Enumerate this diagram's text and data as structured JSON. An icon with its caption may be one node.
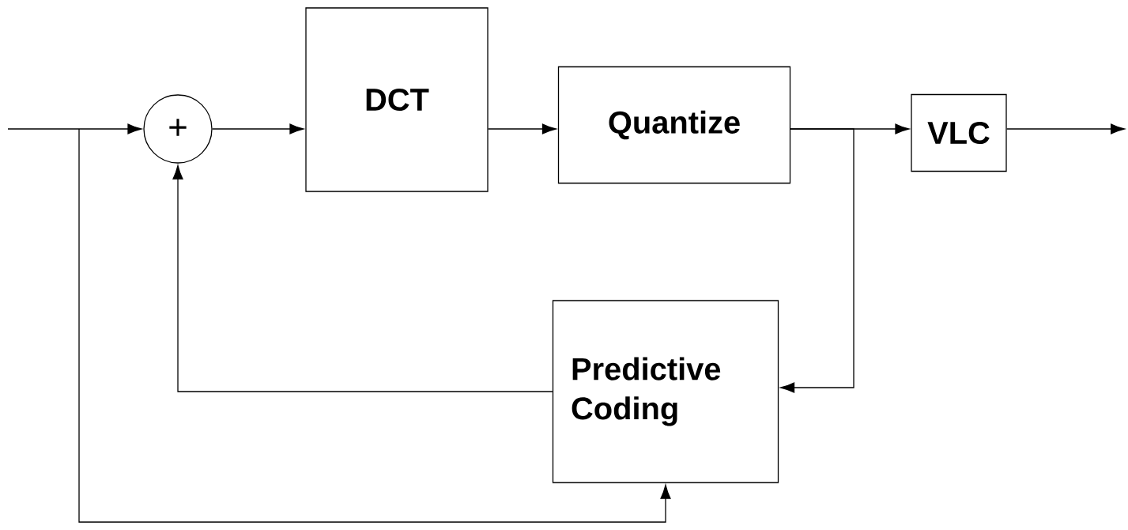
{
  "diagram": {
    "nodes": [
      {
        "text": [
          "+"
        ]
      },
      {
        "text": [
          "DCT"
        ]
      },
      {
        "text": [
          "Quantize"
        ]
      },
      {
        "text": [
          "VLC"
        ]
      },
      {
        "text": [
          "Predictive Coding"
        ]
      }
    ],
    "edges": [
      {
        "from": null,
        "to": 0,
        "arrow": "to"
      },
      {
        "from": null,
        "to": 4,
        "arrow": "to"
      },
      {
        "from": 0,
        "to": 1,
        "arrow": "to"
      },
      {
        "from": 1,
        "to": 2,
        "arrow": "to"
      },
      {
        "from": 2,
        "to": 3,
        "arrow": "to"
      },
      {
        "from": 3,
        "to": null,
        "arrow": "to"
      },
      {
        "from": 2,
        "to": 4,
        "arrow": "to"
      },
      {
        "from": 4,
        "to": 0,
        "arrow": "to"
      }
    ]
  }
}
